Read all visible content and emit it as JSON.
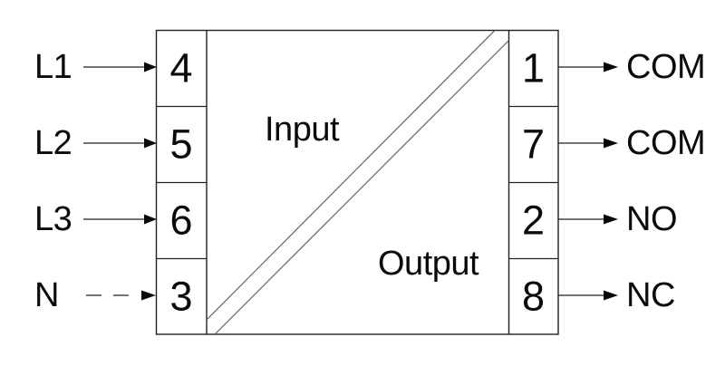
{
  "diagram": {
    "sections": {
      "input_label": "Input",
      "output_label": "Output"
    },
    "inputs": [
      {
        "source": "L1",
        "terminal": "4",
        "wire_style": "solid"
      },
      {
        "source": "L2",
        "terminal": "5",
        "wire_style": "solid"
      },
      {
        "source": "L3",
        "terminal": "6",
        "wire_style": "solid"
      },
      {
        "source": "N",
        "terminal": "3",
        "wire_style": "dashed"
      }
    ],
    "outputs": [
      {
        "terminal": "1",
        "function": "COM"
      },
      {
        "terminal": "7",
        "function": "COM"
      },
      {
        "terminal": "2",
        "function": "NO"
      },
      {
        "terminal": "8",
        "function": "NC"
      }
    ],
    "colors": {
      "line": "#222222",
      "diagonal": "#555555",
      "text": "#000000",
      "background": "#ffffff"
    }
  }
}
